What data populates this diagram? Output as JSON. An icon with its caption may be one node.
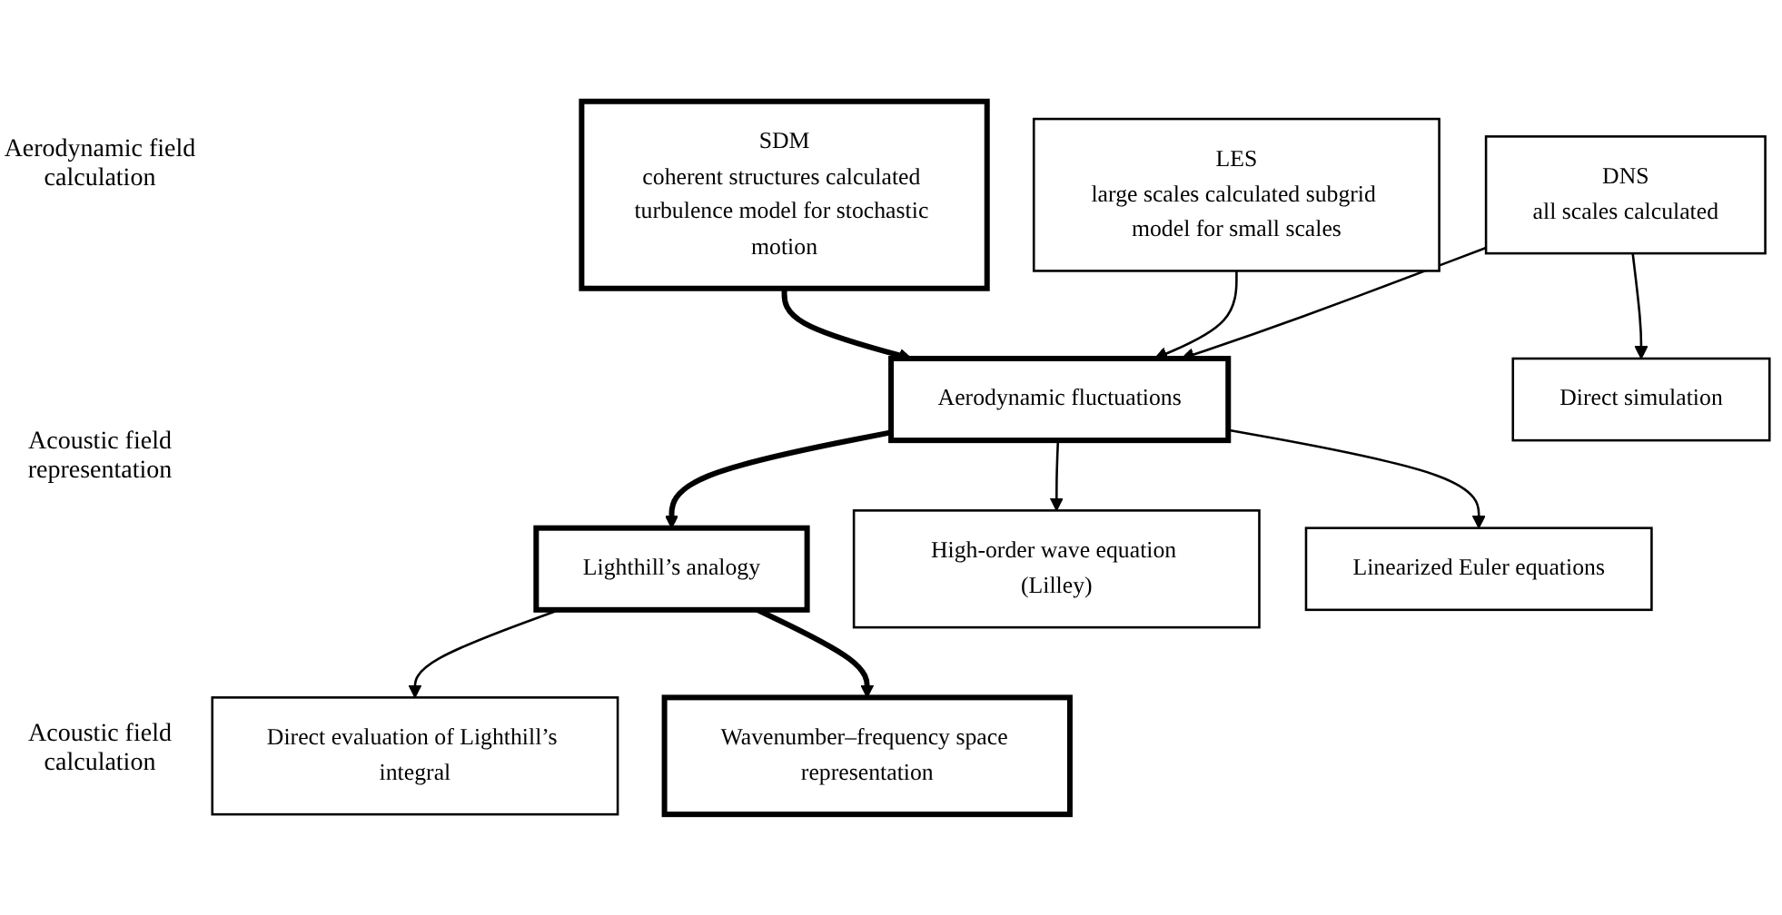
{
  "diagram": {
    "nodes": [
      {
        "text": [
          "DNS",
          "all scales calculated"
        ]
      },
      {
        "text": [
          "LES",
          "large scales calculated subgrid model for small scales"
        ]
      },
      {
        "text": [
          "SDM",
          "coherent structures calculated turbulence model for stochastic motion"
        ]
      },
      {
        "text": [
          "Aerodynamic fluctuations"
        ]
      },
      {
        "text": [
          "Direct simulation"
        ]
      },
      {
        "text": [
          "Lighthill’s analogy"
        ]
      },
      {
        "text": [
          "High-order wave equation (Lilley)"
        ]
      },
      {
        "text": [
          "Linearized Euler equations"
        ]
      },
      {
        "text": [
          "Direct evaluation of Lighthill’s integral"
        ]
      },
      {
        "text": [
          "Wavenumber–frequency space representation"
        ]
      }
    ],
    "edges": [
      {
        "from": 0,
        "to": 4,
        "arrow": "to"
      },
      {
        "from": 0,
        "to": 3,
        "arrow": "to"
      },
      {
        "from": 1,
        "to": 3,
        "arrow": "to"
      },
      {
        "from": 2,
        "to": 3,
        "arrow": "to",
        "style": "thick"
      },
      {
        "from": 3,
        "to": 5,
        "arrow": "to",
        "style": "thick"
      },
      {
        "from": 3,
        "to": 6,
        "arrow": "to"
      },
      {
        "from": 3,
        "to": 7,
        "arrow": "to"
      },
      {
        "from": 5,
        "to": 8,
        "arrow": "to"
      },
      {
        "from": 5,
        "to": 9,
        "arrow": "to",
        "style": "thick"
      }
    ],
    "labels": [
      "Aerodynamic field calculation",
      "Acoustic field representation",
      "Acoustic field calculation"
    ]
  }
}
